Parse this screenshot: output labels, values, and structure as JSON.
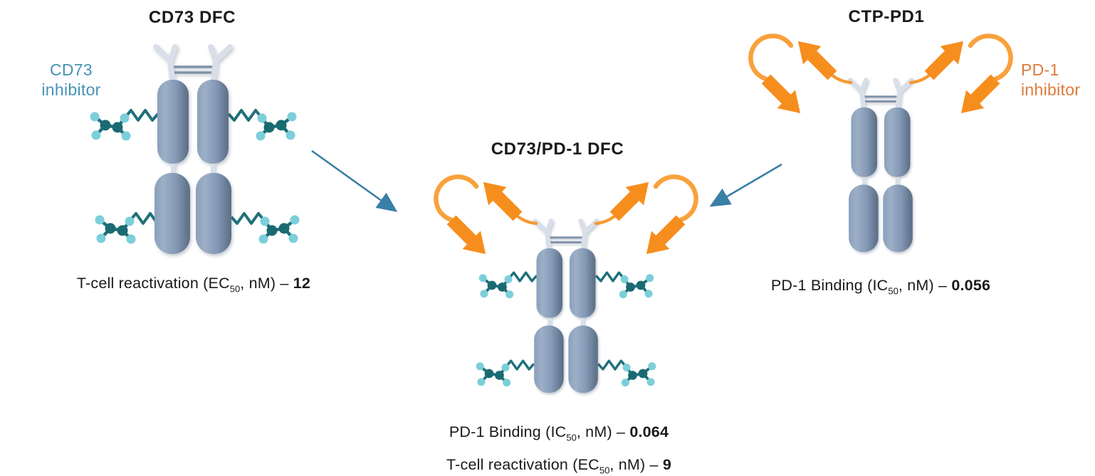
{
  "figure": {
    "left": {
      "title": "CD73 DFC",
      "inhibitor_label": "CD73\ninhibitor",
      "caption": {
        "pre": "T-cell reactivation (EC",
        "sub": "50",
        "post": ", nM) – ",
        "value": "12"
      }
    },
    "center": {
      "title": "CD73/PD-1 DFC",
      "captions": [
        {
          "pre": "PD-1 Binding (IC",
          "sub": "50",
          "post": ", nM) – ",
          "value": "0.064"
        },
        {
          "pre": "T-cell reactivation (EC",
          "sub": "50",
          "post": ", nM) – ",
          "value": "9"
        }
      ]
    },
    "right": {
      "title": "CTP-PD1",
      "inhibitor_label": "PD-1\ninhibitor",
      "caption": {
        "pre": "PD-1 Binding (IC",
        "sub": "50",
        "post": ", nM) – ",
        "value": "0.056"
      }
    },
    "icons": {
      "antibody_body": "antibody-cylinder-icon",
      "small_molecule": "cd73-inhibitor-molecule-icon",
      "peptide": "pd1-peptide-hairpin-icon",
      "arrow": "combination-arrow-icon"
    },
    "colors": {
      "antibody_body": "#8499B6",
      "antibody_body_dark": "#5C6E87",
      "antibody_hinge": "#D9DFE9",
      "disulfide": "#8091A9",
      "linker_teal": "#1E7079",
      "atom_dark_teal": "#1A6A72",
      "atom_light_teal": "#7BCFDA",
      "peptide_orange": "#F68E1E",
      "peptide_loop_orange": "#F9A13C",
      "label_blue": "#4593B7",
      "label_orange": "#DD7A3C",
      "arrow_blue": "#3A7FA6",
      "text": "#1a1a1a",
      "background": "#ffffff"
    }
  }
}
